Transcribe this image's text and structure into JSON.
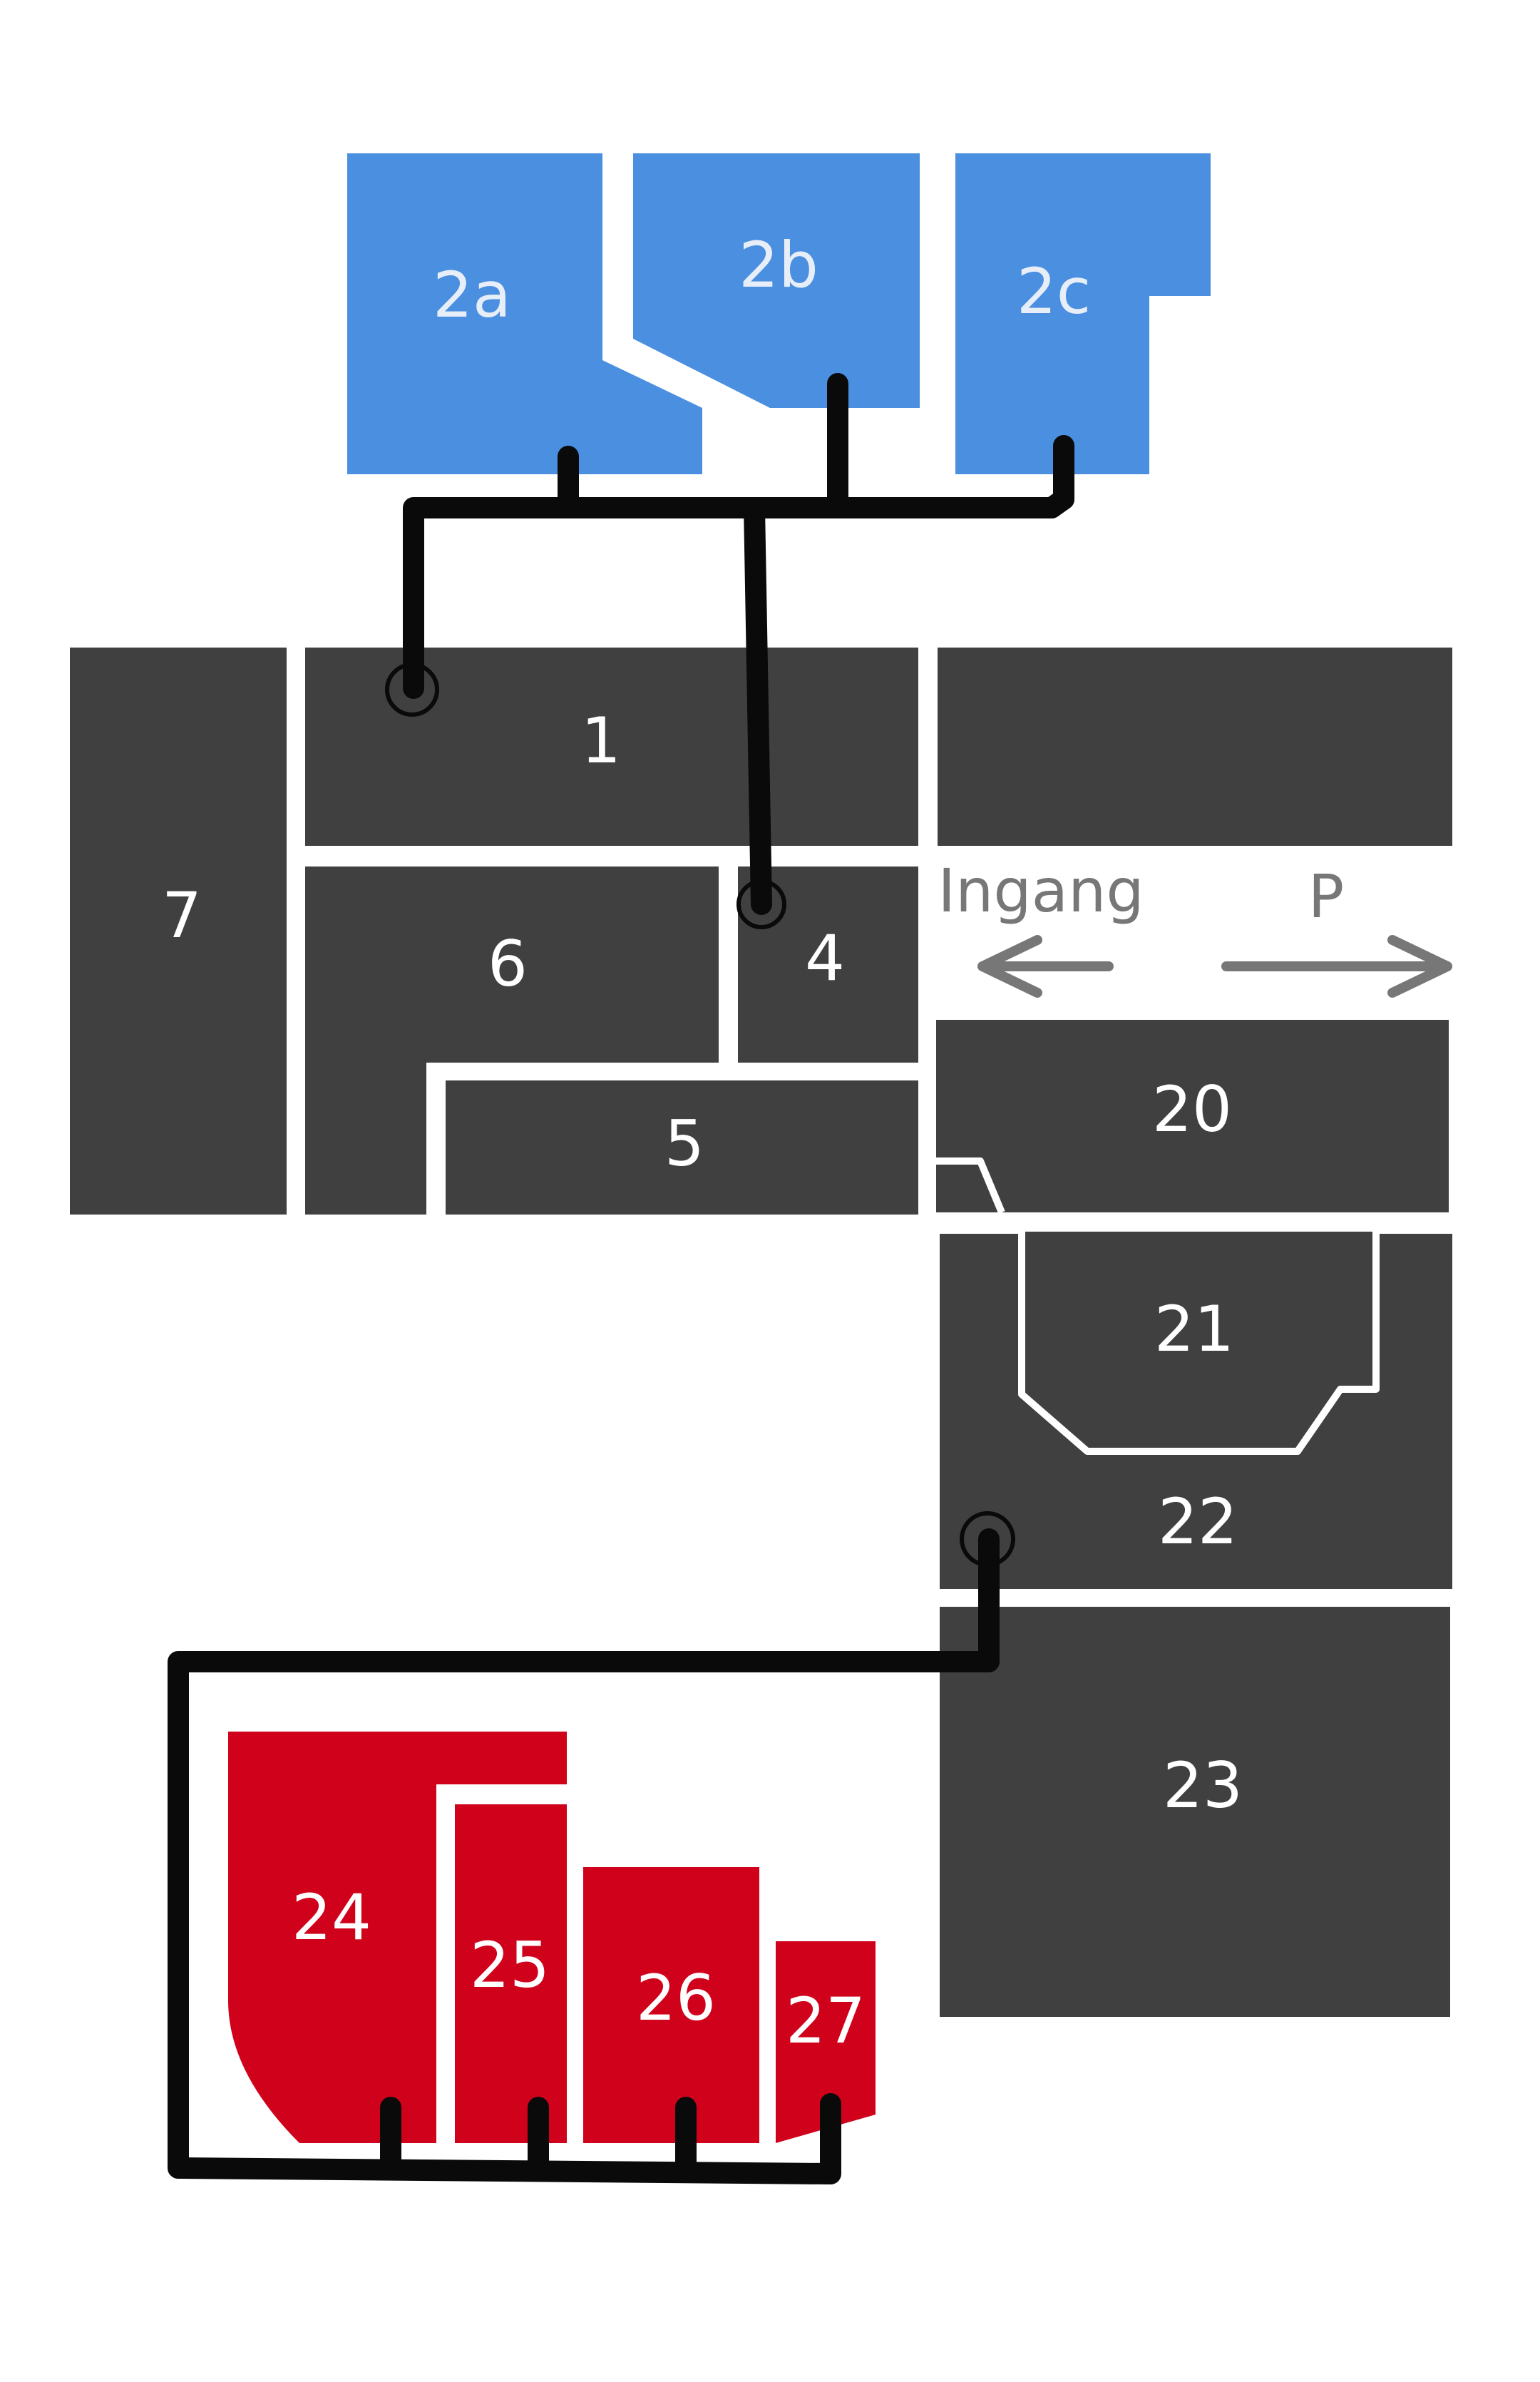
{
  "colors": {
    "building": "#404040",
    "zone_blue": "#4a8fe0",
    "zone_red": "#d0021b",
    "pipe": "#0a0a0a",
    "sign": "#777777",
    "background": "#ffffff"
  },
  "rooms": {
    "r2a": "2a",
    "r2b": "2b",
    "r2c": "2c",
    "r1": "1",
    "r4": "4",
    "r5": "5",
    "r6": "6",
    "r7": "7",
    "r20": "20",
    "r21": "21",
    "r22": "22",
    "r23": "23",
    "r24": "24",
    "r25": "25",
    "r26": "26",
    "r27": "27"
  },
  "signs": {
    "entrance": "Ingang",
    "parking": "P"
  },
  "icons": {
    "entrance_arrow": "arrow-left-icon",
    "parking_arrow": "arrow-right-icon"
  }
}
